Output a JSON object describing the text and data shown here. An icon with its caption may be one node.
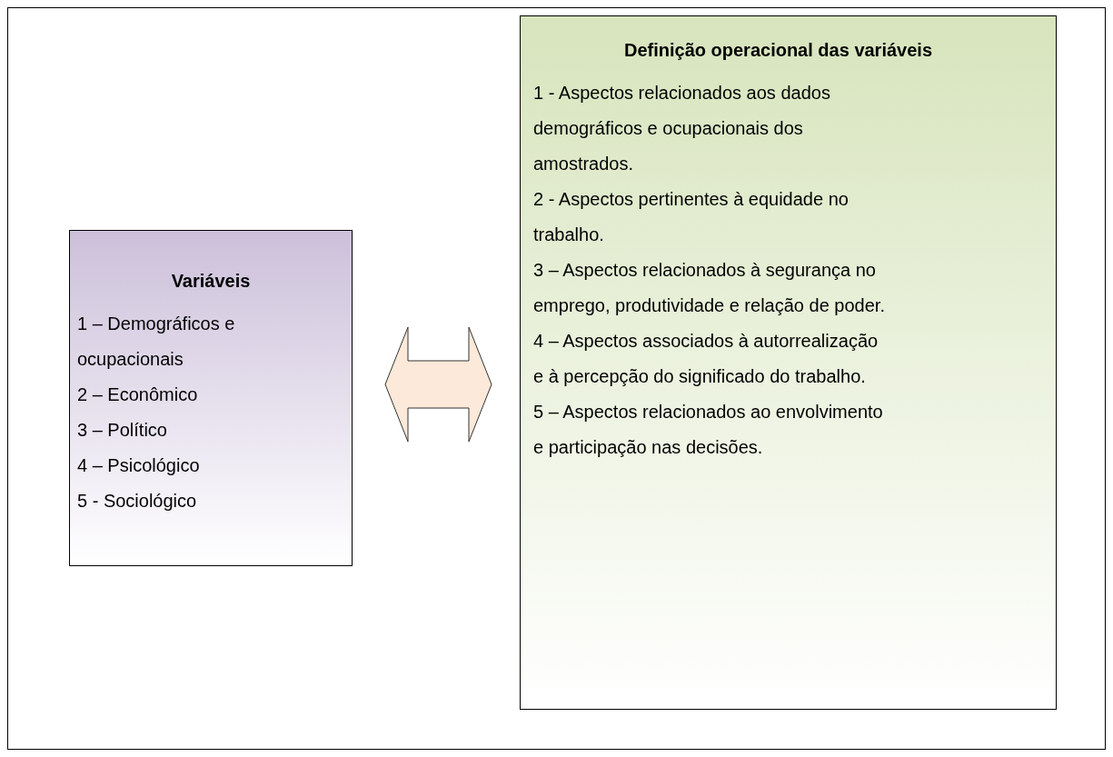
{
  "diagram": {
    "nodes": [
      {
        "text": [
          "Variáveis",
          "1 – Demográficos e ocupacionais",
          "2 – Econômico",
          "3 – Político",
          "4 – Psicológico",
          "5 - Sociológico"
        ]
      },
      {
        "text": [
          "Definição operacional das variáveis",
          "1 - Aspectos relacionados aos dados demográficos e ocupacionais dos amostrados.",
          "2 - Aspectos pertinentes à equidade no trabalho.",
          "3 – Aspectos relacionados à segurança no emprego, produtividade e relação de poder.",
          "4 – Aspectos associados à autorrealização e à percepção do significado do trabalho.",
          "5 – Aspectos relacionados ao envolvimento e participação nas decisões."
        ]
      }
    ],
    "edges": [
      {
        "from": 0,
        "to": 1,
        "arrow": "both"
      }
    ]
  }
}
